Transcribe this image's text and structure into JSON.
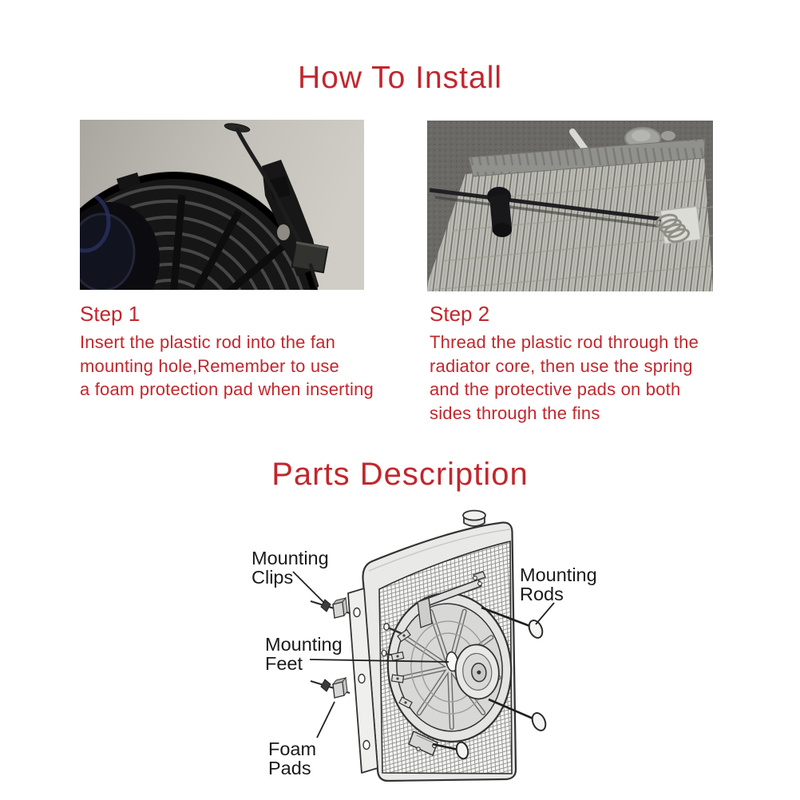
{
  "page": {
    "background": "#ffffff",
    "accent_red": "#c1272d",
    "label_color": "#1a1a1a"
  },
  "install_section": {
    "title": "How To Install",
    "steps": [
      {
        "heading": "Step 1",
        "lines": [
          "Insert the plastic rod into the fan",
          "mounting hole,Remember to use",
          "a foam protection pad when inserting"
        ],
        "photo": "electric-fan-with-plastic-rod-and-foam-pad"
      },
      {
        "heading": "Step 2",
        "lines": [
          "Thread the plastic rod through the",
          "radiator core, then use the spring",
          "and the protective pads on both",
          "sides through the fins"
        ],
        "photo": "radiator-core-with-rod-spring-and-pad"
      }
    ]
  },
  "parts_section": {
    "title": "Parts Description",
    "labels": {
      "mounting_clips": {
        "line1": "Mounting",
        "line2": "Clips"
      },
      "mounting_rods": {
        "line1": "Mounting",
        "line2": "Rods"
      },
      "mounting_feet": {
        "line1": "Mounting",
        "line2": "Feet"
      },
      "foam_pads": {
        "line1": "Foam",
        "line2": "Pads"
      }
    }
  }
}
